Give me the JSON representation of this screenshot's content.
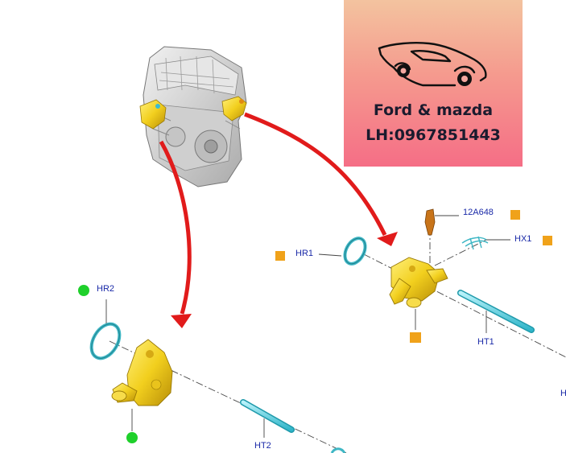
{
  "banner": {
    "title": "Ford & mazda",
    "phone": "LH:0967851443",
    "logo_icon": "sports-car-icon",
    "gradient_colors": [
      "#f3c39f",
      "#f56e86"
    ]
  },
  "callouts": {
    "hr1": "HR1",
    "hr2": "HR2",
    "hx1": "HX1",
    "ht1": "HT1",
    "ht2": "HT2",
    "part_12a648": "12A648",
    "edge_h": "H"
  },
  "colors": {
    "arrow": "#e11b1b",
    "label": "#1a2aa8",
    "marker_orange": "#f0a21a",
    "marker_green": "#1fd02b",
    "housing": "#f2cf1e",
    "hose": "#59d6e6"
  }
}
